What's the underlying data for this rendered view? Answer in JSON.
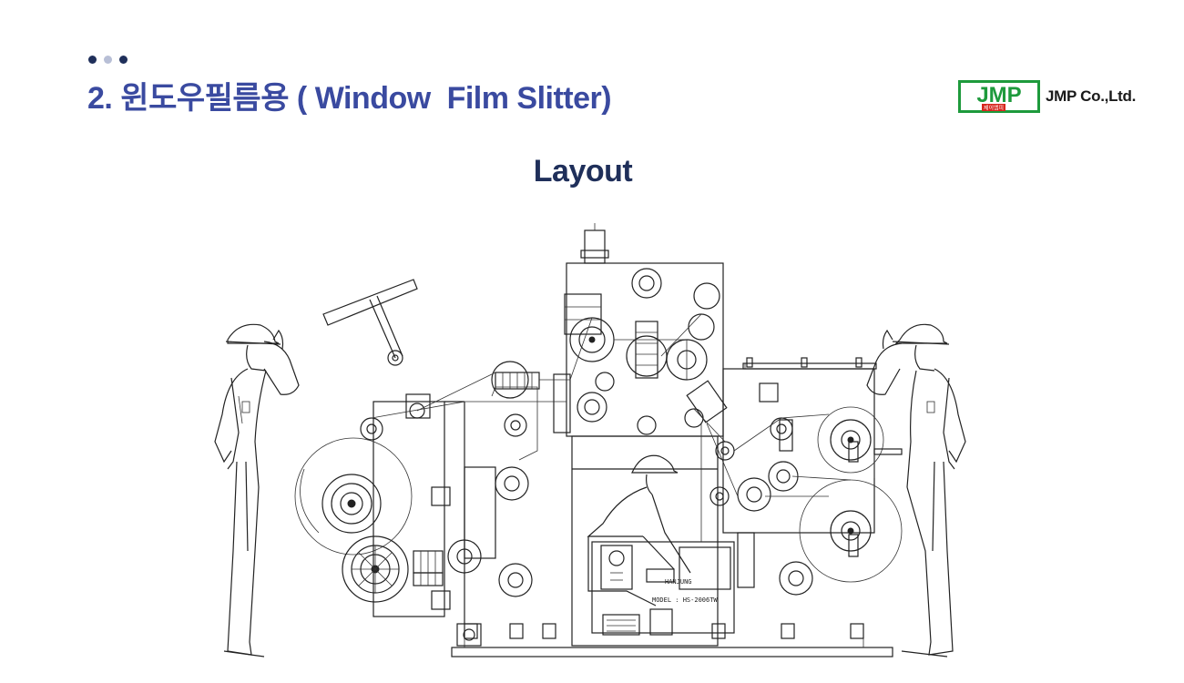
{
  "header": {
    "dots": [
      "#1f2f5a",
      "#b8bfd6",
      "#1f2f5a"
    ],
    "title": "2. 윈도우필름용 ( Window  Film Slitter)"
  },
  "logo": {
    "mark_text": "JMP",
    "mark_subtext": "제이엠피",
    "company": "JMP Co.,Ltd.",
    "mark_color": "#1e9a3c"
  },
  "slide": {
    "subtitle": "Layout"
  },
  "drawing": {
    "nameplate_brand": "HANJUNG",
    "model_label": "MODEL : HS-2006TW"
  },
  "colors": {
    "title": "#3a4aa0",
    "subtitle": "#1f2f5a",
    "drawing_line": "#222222"
  }
}
